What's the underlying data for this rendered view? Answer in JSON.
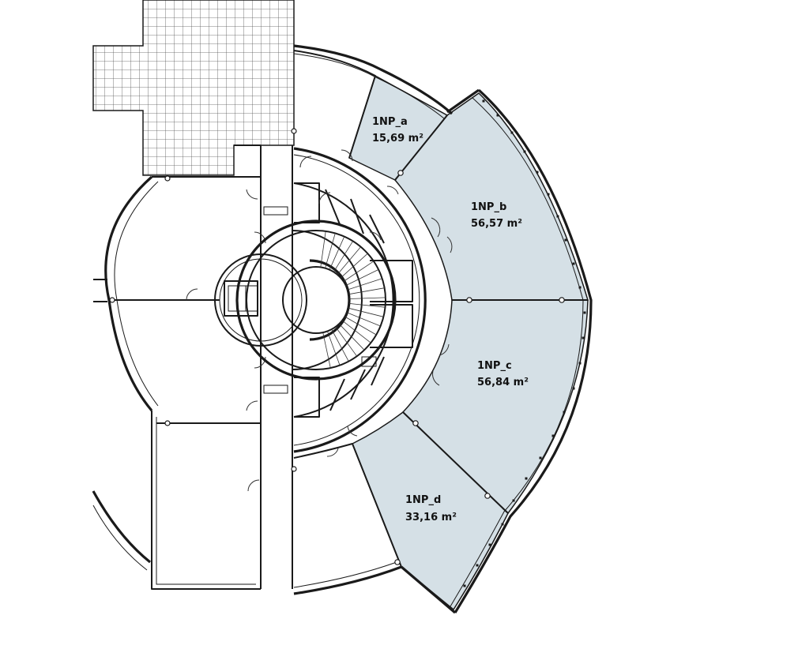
{
  "plan": {
    "highlight_color": "#d5e0e6",
    "units": [
      {
        "id": "1NP_a",
        "area": "15,69 m²"
      },
      {
        "id": "1NP_b",
        "area": "56,57 m²"
      },
      {
        "id": "1NP_c",
        "area": "56,84 m²"
      },
      {
        "id": "1NP_d",
        "area": "33,16 m²"
      }
    ]
  }
}
